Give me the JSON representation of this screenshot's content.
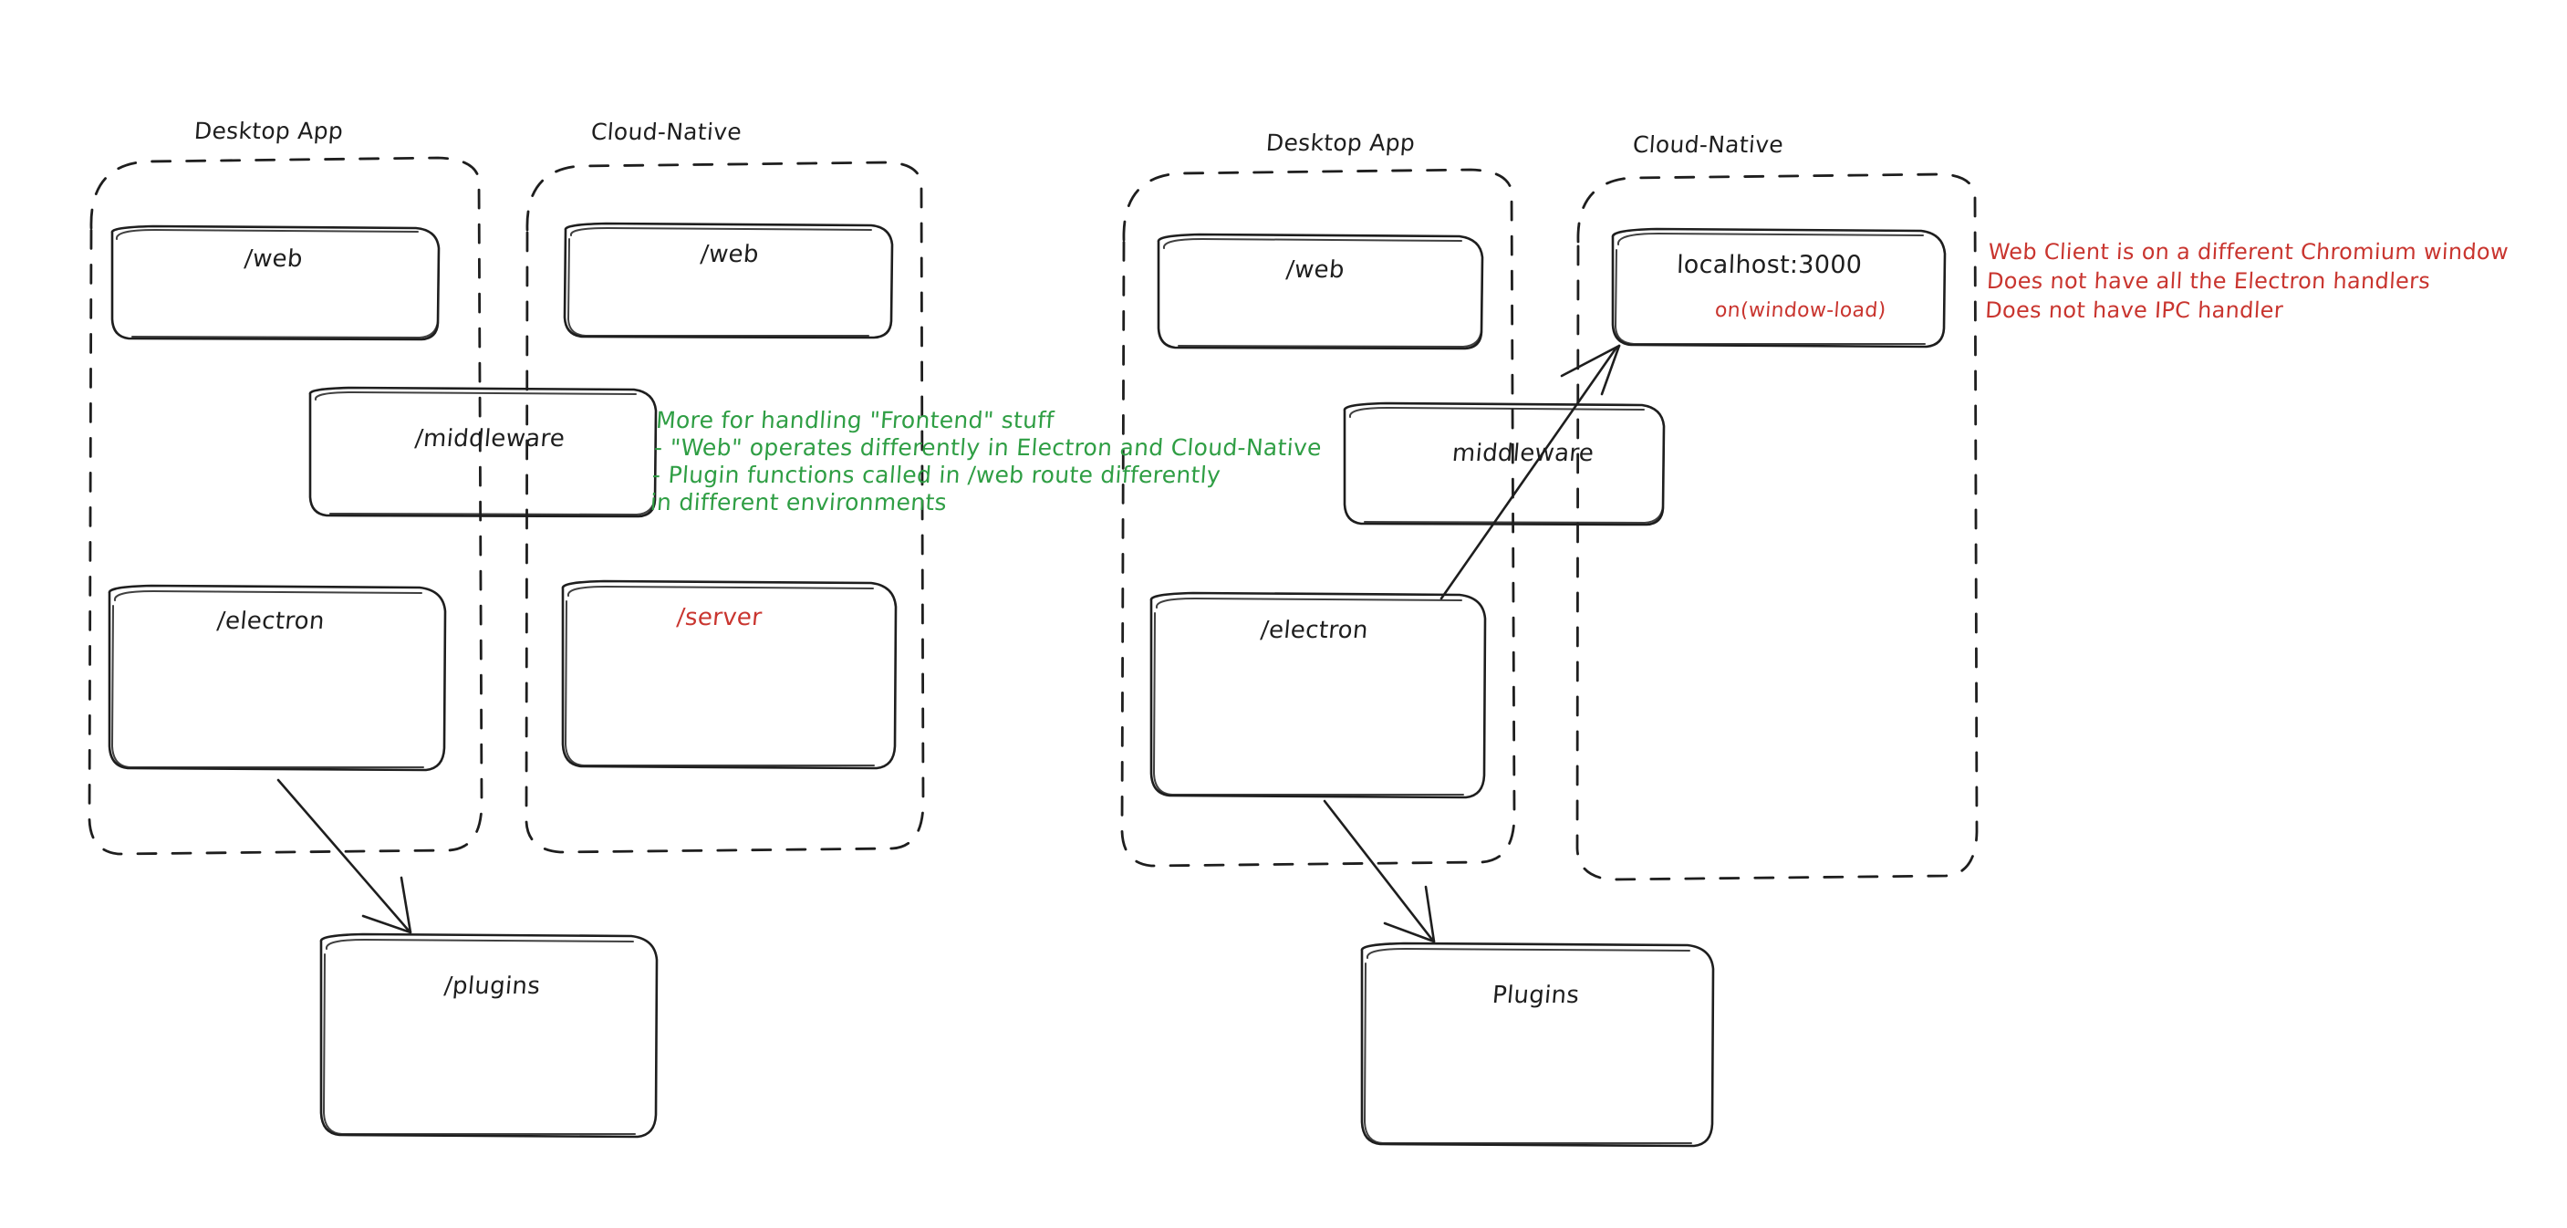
{
  "diagram": {
    "title": "Electron vs Cloud-Native architecture sketch",
    "colors": {
      "stroke": "#1e1e1e",
      "green": "#2f9e44",
      "red": "#c9352f",
      "background": "#ffffff"
    }
  },
  "left_diagram": {
    "groups": [
      {
        "id": "left-desktop",
        "title": "Desktop App"
      },
      {
        "id": "left-cloud",
        "title": "Cloud-Native"
      }
    ],
    "boxes": [
      {
        "id": "left-desktop-web",
        "label": "/web",
        "color": "black"
      },
      {
        "id": "left-cloud-web",
        "label": "/web",
        "color": "black"
      },
      {
        "id": "left-middleware",
        "label": "/middleware",
        "color": "black"
      },
      {
        "id": "left-electron",
        "label": "/electron",
        "color": "black"
      },
      {
        "id": "left-server",
        "label": "/server",
        "color": "red"
      },
      {
        "id": "left-plugins",
        "label": "/plugins",
        "color": "black"
      }
    ],
    "note_green": "More for handling \"Frontend\" stuff\n- \"Web\" operates differently in Electron and Cloud-Native\n- Plugin functions called in /web route differently\nin different environments",
    "arrows": [
      {
        "from": "left-electron",
        "to": "left-plugins"
      }
    ]
  },
  "right_diagram": {
    "groups": [
      {
        "id": "right-desktop",
        "title": "Desktop App"
      },
      {
        "id": "right-cloud",
        "title": "Cloud-Native"
      }
    ],
    "boxes": [
      {
        "id": "right-desktop-web",
        "label": "/web",
        "color": "black"
      },
      {
        "id": "right-localhost",
        "label": "localhost:3000",
        "sublabel": "on(window-load)",
        "color": "black"
      },
      {
        "id": "right-middleware",
        "label": "middleware",
        "color": "black"
      },
      {
        "id": "right-electron",
        "label": "/electron",
        "color": "black"
      },
      {
        "id": "right-plugins",
        "label": "Plugins",
        "color": "black"
      }
    ],
    "note_red": "Web Client is on a different Chromium window\nDoes not have all the Electron handlers\nDoes not have IPC handler",
    "arrows": [
      {
        "from": "right-electron",
        "to": "right-localhost"
      },
      {
        "from": "right-electron",
        "to": "right-plugins"
      }
    ]
  }
}
